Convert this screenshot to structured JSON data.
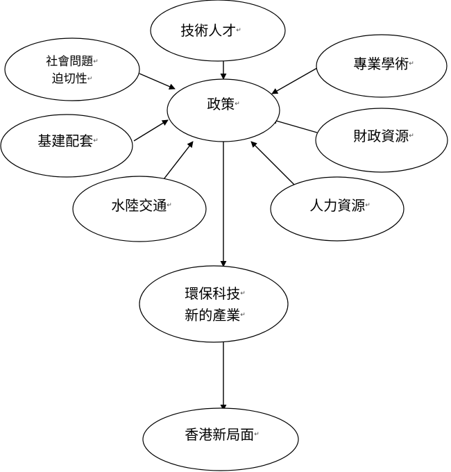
{
  "diagram": {
    "paragraph_mark": "↵",
    "nodes": {
      "talent": {
        "lines": [
          "技術人才"
        ]
      },
      "social": {
        "lines": [
          "社會問題",
          "迫切性"
        ]
      },
      "academic": {
        "lines": [
          "專業學術"
        ]
      },
      "policy": {
        "lines": [
          "政策"
        ]
      },
      "infrastructure": {
        "lines": [
          "基建配套"
        ]
      },
      "finance": {
        "lines": [
          "財政資源"
        ]
      },
      "transport": {
        "lines": [
          "水陸交通"
        ]
      },
      "manpower": {
        "lines": [
          "人力資源"
        ]
      },
      "industry": {
        "lines": [
          "環保科技",
          "新的產業"
        ]
      },
      "hongkong": {
        "lines": [
          "香港新局面"
        ]
      }
    },
    "edges": [
      {
        "from": "talent",
        "to": "policy"
      },
      {
        "from": "social",
        "to": "policy"
      },
      {
        "from": "academic",
        "to": "policy"
      },
      {
        "from": "infrastructure",
        "to": "policy"
      },
      {
        "from": "finance",
        "to": "policy"
      },
      {
        "from": "transport",
        "to": "policy"
      },
      {
        "from": "manpower",
        "to": "policy"
      },
      {
        "from": "policy",
        "to": "industry"
      },
      {
        "from": "industry",
        "to": "hongkong"
      }
    ]
  }
}
